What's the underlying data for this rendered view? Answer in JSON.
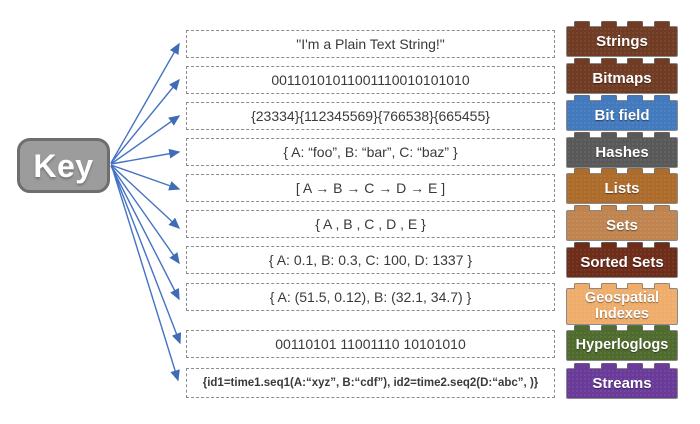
{
  "key": {
    "label": "Key",
    "bg_color": "#9C9C9C",
    "border_color": "#6E6E6E"
  },
  "arrow_color": "#4472C4",
  "rows": [
    {
      "value": "\"I'm a Plain Text String!\"",
      "label": "Strings",
      "color": "#713C24"
    },
    {
      "value": "00110101011001110010101010",
      "label": "Bitmaps",
      "color": "#713C24"
    },
    {
      "value": "{23334}{112345569}{766538}{665455}",
      "label": "Bit field",
      "color": "#4379BD"
    },
    {
      "value": "{ A: “foo”, B: “bar”, C: “baz”  }",
      "label": "Hashes",
      "color": "#595959"
    },
    {
      "value": "[ A → B → C → D → E ]",
      "label": "Lists",
      "color": "#AD6C2B"
    },
    {
      "value": "{ A , B , C , D , E }",
      "label": "Sets",
      "color": "#C08450"
    },
    {
      "value": "{ A: 0.1, B: 0.3, C: 100, D: 1337 }",
      "label": "Sorted Sets",
      "color": "#6E2C1A"
    },
    {
      "value": "{ A: (51.5, 0.12), B: (32.1, 34.7)  }",
      "label": "Geospatial Indexes",
      "color": "#EFAD6C"
    },
    {
      "value": "00110101 11001110 10101010",
      "label": "Hyperloglogs",
      "color": "#4F6B2D"
    },
    {
      "value": "{id1=time1.seq1(A:“xyz”, B:“cdf”), id2=time2.seq2(D:“abc”, )}",
      "label": "Streams",
      "color": "#6A3B99"
    }
  ]
}
